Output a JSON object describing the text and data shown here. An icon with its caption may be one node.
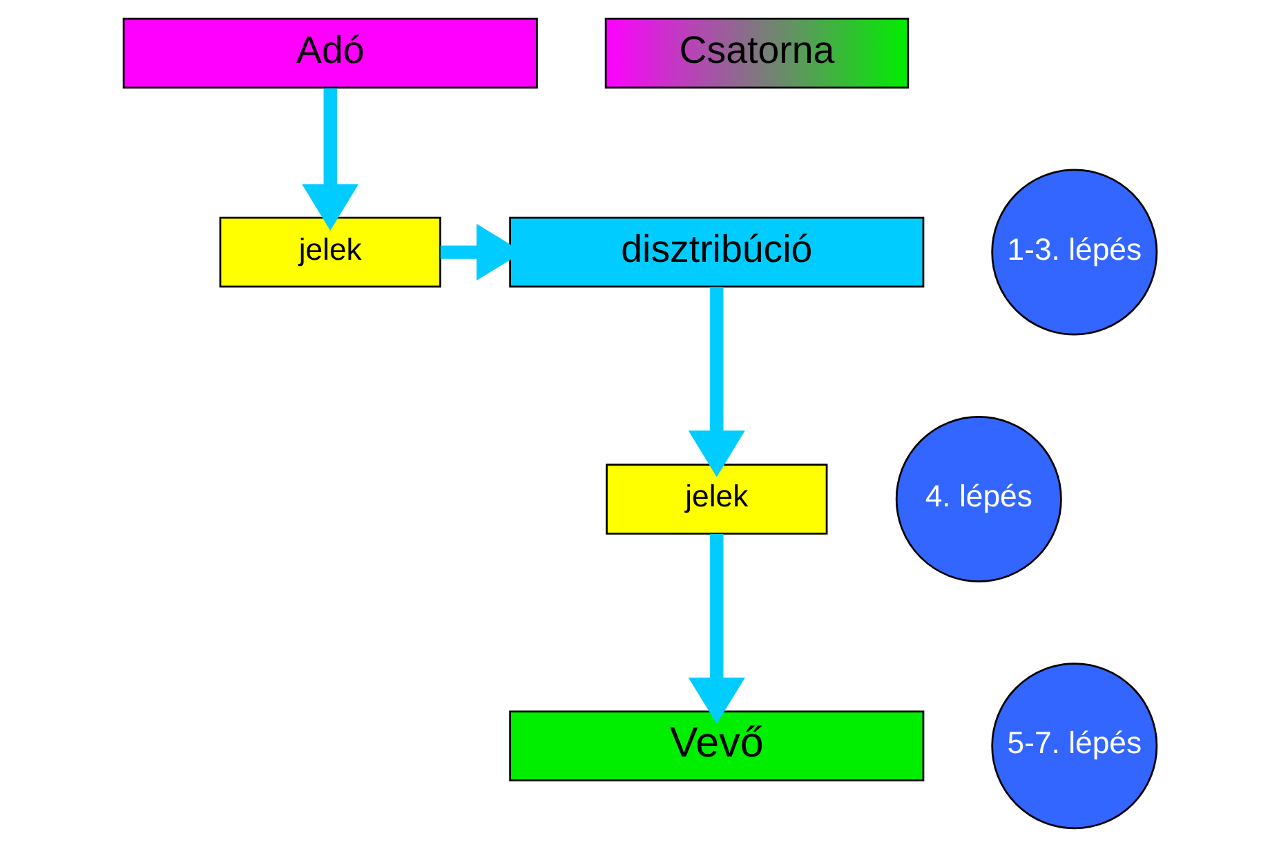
{
  "diagram": {
    "nodes": [
      {
        "text": [
          "Adó"
        ]
      },
      {
        "text": [
          "1-3. lépés"
        ]
      },
      {
        "text": [
          "jelek"
        ]
      },
      {
        "text": [
          "Csatorna"
        ]
      },
      {
        "text": [
          "disztribúció"
        ]
      },
      {
        "text": [
          "4. lépés"
        ]
      },
      {
        "text": [
          "jelek"
        ]
      },
      {
        "text": [
          "5-7. lépés"
        ]
      },
      {
        "text": [
          "Vevő"
        ]
      }
    ],
    "edges": [
      {
        "from": 0,
        "to": 2,
        "arrow": "to"
      },
      {
        "from": 2,
        "to": 4,
        "arrow": "to"
      },
      {
        "from": 4,
        "to": 6,
        "arrow": "to"
      },
      {
        "from": 6,
        "to": 8,
        "arrow": "to"
      }
    ]
  }
}
